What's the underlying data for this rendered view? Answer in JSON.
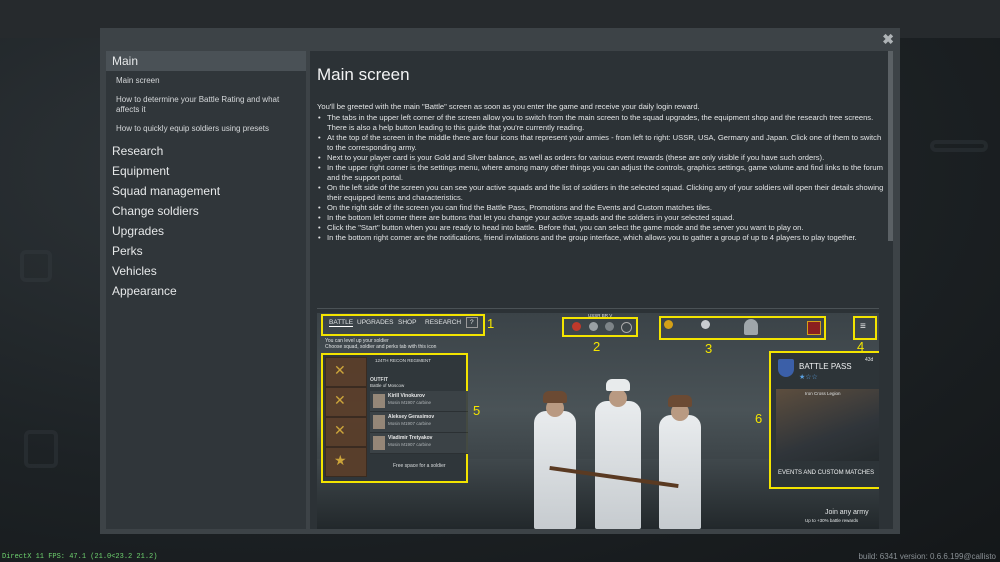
{
  "build_info": "build: 6341 version: 0.6.6.199@callisto",
  "fps_info": "DirectX 11 FPS: 47.1 (21.0<23.2 21.2)",
  "close_icon": "close-icon",
  "sidebar": {
    "items": [
      {
        "label": "Main",
        "active": true,
        "sub": [
          "Main screen",
          "How to determine your Battle Rating and what affects it",
          "How to quickly equip soldiers using presets"
        ]
      },
      {
        "label": "Research"
      },
      {
        "label": "Equipment"
      },
      {
        "label": "Squad management"
      },
      {
        "label": "Change soldiers"
      },
      {
        "label": "Upgrades"
      },
      {
        "label": "Perks"
      },
      {
        "label": "Vehicles"
      },
      {
        "label": "Appearance"
      }
    ]
  },
  "content": {
    "title": "Main screen",
    "intro": "You'll be greeted with the main \"Battle\" screen as soon as you enter the game and receive your daily login reward.",
    "bullets": [
      "The tabs in the upper left corner of the screen allow you to switch from the main screen to the squad upgrades, the equipment shop and the research tree screens. There is also a help button leading to this guide that you're currently reading.",
      "At the top of the screen in the middle there are four icons that represent your armies - from left to right: USSR, USA, Germany and Japan. Click one of them to switch to the corresponding army.",
      "Next to your player card is your Gold and Silver balance, as well as orders for various event rewards (these are only visible if you have such orders).",
      "In the upper right corner is the settings menu, where among many other things you can adjust the controls, graphics settings, game volume and find links to the forum and the support portal.",
      "On the left side of the screen you can see your active squads and the list of soldiers in the selected squad. Clicking any of your soldiers will open their details showing their equipped items and characteristics.",
      "On the right side of the screen you can find the Battle Pass, Promotions and the Events and Custom matches tiles.",
      "In the bottom left corner there are buttons that let you change your active squads and the soldiers in your selected squad.",
      "Click the \"Start\" button when you are ready to head into battle. Before that, you can select the game mode and the server you want to play on.",
      "In the bottom right corner are the notifications, friend invitations and the group interface, which allows you to gather a group of up to 4 players to play together."
    ]
  },
  "shot": {
    "tabs": [
      "BATTLE",
      "UPGRADES",
      "SHOP",
      "RESEARCH",
      "?"
    ],
    "army_label": "USSR BR V",
    "callouts": [
      "1",
      "2",
      "3",
      "4",
      "5",
      "6"
    ],
    "level_up_hint_1": "You can level up your soldier",
    "level_up_hint_2": "Choose squad, soldier and perks tab with this icon",
    "regiment": "124TH RECON REGIMENT",
    "outfit_label": "OUTFIT",
    "outfit_name": "Battle of Moscow",
    "soldiers": [
      {
        "name": "Kirill Vinokurov",
        "weapon": "Mosin M1907 carbine"
      },
      {
        "name": "Aleksey Gerasimov",
        "weapon": "Mosin M1907 carbine"
      },
      {
        "name": "Vladimir Tretyakov",
        "weapon": "Mosin M1907 carbine"
      }
    ],
    "free_space": "Free space for a soldier",
    "battle_pass": "BATTLE PASS",
    "bp_timer": "43d",
    "iron_cross": "Iron Cross Legion",
    "events": "EVENTS AND CUSTOM MATCHES",
    "join_army": "Join any army",
    "join_hint": "Up to +30% battle rewards"
  }
}
